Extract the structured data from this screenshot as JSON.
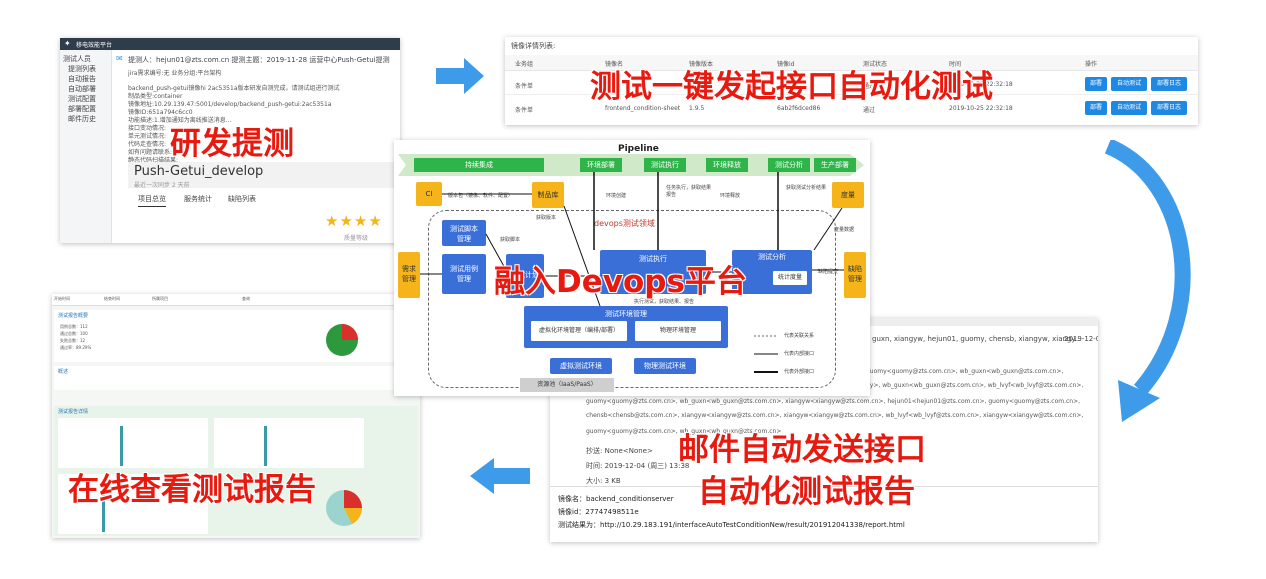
{
  "titles": {
    "develop": "研发提测",
    "auto_test": "测试一键发起接口自动化测试",
    "devops": "融入Devops平台",
    "mail_line1": "邮件自动发送接口",
    "mail_line2": "自动化测试报告",
    "online": "在线查看测试报告"
  },
  "dev_panel": {
    "app_title": "移电效能平台",
    "menu": [
      "测试人员",
      "提测列表",
      "自动报告",
      "自动部署",
      "测试配置",
      "部署配置",
      "邮件历史"
    ],
    "header_line": "提测人：hejun01@zts.com.cn 提测主题：2019-11-28 运营中心Push-Getui提测",
    "lines": [
      "jira需求编号:无 业务分组:平台架构",
      "backend_push-getui镜像hi 2ac5351a版本研发自测完成，请测试组进行测试",
      "制品类型:container",
      "镜像地址:10.29.139.47:5001/develop/backend_push-getui:2ac5351a",
      "镜像ID:651a794c6cc0",
      "功能描述:1.增加通知为离线推送消息...",
      "接口变动情况:",
      "单元测试情况:",
      "代码走查情况:",
      "如有问题请联系:",
      "静态代码扫描结果:"
    ],
    "project": "Push-Getui_develop",
    "project_sub": "最近一次同步 2 天前",
    "tabs": [
      "项目总览",
      "服务统计",
      "缺陷列表"
    ],
    "quality_label": "质量等级"
  },
  "mirror_table": {
    "title": "镜像详情列表:",
    "headers": [
      "业务组",
      "镜像名",
      "镜像版本",
      "镜像id",
      "测试状态",
      "时间",
      "操作"
    ],
    "rows": [
      [
        "条件单",
        "",
        "1.9.5",
        "",
        "通过",
        "2019-10-25 22:32:18"
      ],
      [
        "条件单",
        "frontend_condition-sheet",
        "1.9.5",
        "6ab2f6dced86",
        "通过",
        "2019-10-25 22:32:18"
      ]
    ],
    "actions": [
      "部署",
      "自动测试",
      "部署日志"
    ]
  },
  "pipeline": {
    "title": "Pipeline",
    "stages": [
      "持续集成",
      "环境部署",
      "测试执行",
      "环境释放",
      "测试分析",
      "生产部署"
    ],
    "boxes": {
      "ci": "CI",
      "artifact": "制品库",
      "metric": "度量",
      "requirement": "需求\n管理",
      "defect": "缺陷\n管理",
      "script": "测试脚本\n管理",
      "case": "测试用例\n管理",
      "plan": "测试计划",
      "exec": "测试执行",
      "analysis": "测试分析",
      "stat": "统计度量",
      "env_mgmt": "测试环境管理",
      "virt_env": "虚拟化环境管理（编排/部署）",
      "phys_env": "物理环境管理",
      "virt_test_env": "虚拟测试环境",
      "phys_test_env": "物理测试环境",
      "resource_pool": "资源池（IaaS/PaaS）"
    },
    "labels": {
      "version_pkg": "版本包（镜像、软件、配置）",
      "get_version": "获取版本",
      "env_create": "环境创建",
      "task_exec": "任务执行，获取结果报告",
      "env_release": "环境释放",
      "get_result": "获取测试分析结果",
      "devops_field": "devops测试领域",
      "get_script": "获取脚本",
      "exec_get": "执行测试，获取结果、报告",
      "metric_data": "度量数据",
      "defect_submit": "缺陷提交"
    },
    "legend": [
      "代表关联关系",
      "代表内部接口",
      "代表外部接口"
    ]
  },
  "report_panel": {
    "filter_labels": [
      "开始时间",
      "结束时间",
      "所属项目",
      "查询"
    ],
    "section1": "测试报告概要",
    "section2": "概述",
    "section3": "测试报告详情",
    "stats": [
      "用例总数：112",
      "通过总数：100",
      "失败总数：12",
      "通过率：89.29%"
    ],
    "pie_colors": [
      "#2c9a3c",
      "#d9302c"
    ]
  },
  "mail_panel": {
    "recipients_top": "guxn, xiangyw, hejun01, guomy, chensb, xiangyw, xiangy...",
    "date_top": "2019-12-0",
    "recipient_lines": [
      "guomy<guomy@zts.com.cn>, wb_guxn<wb_guxn@zts.com.cn>,",
      "ny>, wb_guxn<wb_guxn@zts.com.cn>, wb_lvyf<wb_lvyf@zts.com.cn>,",
      "guomy<guomy@zts.com.cn>, wb_guxn<wb_guxn@zts.com.cn>, xiangyw<xiangyw@zts.com.cn>, hejun01<hejun01@zts.com.cn>, guomy<guomy@zts.com.cn>,",
      "chensb<chensb@zts.com.cn>, xiangyw<xiangyw@zts.com.cn>, xiangyw<xiangyw@zts.com.cn>, wb_lvyf<wb_lvyf@zts.com.cn>, xiangyw<xiangyw@zts.com.cn>,",
      "guomy<guomy@zts.com.cn>, wb_guxn<wb_guxn@zts.com.cn>"
    ],
    "cc": "抄送: None<None>",
    "time": "时间: 2019-12-04 (周三) 13:38",
    "size": "大小: 3 KB",
    "mirror_name": "镜像名：backend_conditionserver",
    "mirror_id": "镜像id：27747498511e",
    "report_url": "测试结果为：http://10.29.183.191/interfaceAutoTestConditionNew/result/201912041338/report.html"
  },
  "colors": {
    "title_red": "#e8190f",
    "arrow_blue": "#3d9be9",
    "pipeline_green": "#2fb44a",
    "box_blue": "#3a6fd8",
    "box_yellow": "#f5b41a"
  }
}
